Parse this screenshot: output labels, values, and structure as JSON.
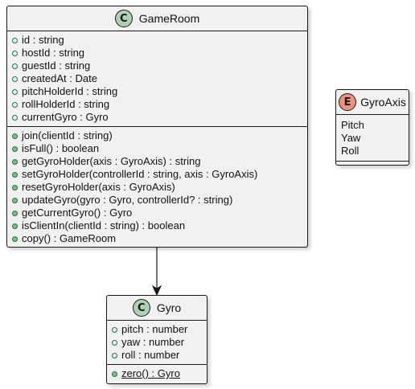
{
  "classes": {
    "gameroom": {
      "stereotype": "C",
      "name": "GameRoom",
      "fields": [
        "id : string",
        "hostId : string",
        "guestId : string",
        "createdAt : Date",
        "pitchHolderId : string",
        "rollHolderId : string",
        "currentGyro : Gyro"
      ],
      "methods": [
        "join(clientId : string)",
        "isFull() : boolean",
        "getGyroHolder(axis : GyroAxis) : string",
        "setGyroHolder(controllerId : string, axis : GyroAxis)",
        "resetGyroHolder(axis : GyroAxis)",
        "updateGyro(gyro : Gyro, controllerId? : string)",
        "getCurrentGyro() : Gyro",
        "isClientIn(clientId : string) : boolean",
        "copy() : GameRoom"
      ]
    },
    "gyroaxis": {
      "stereotype": "E",
      "name": "GyroAxis",
      "values": [
        "Pitch",
        "Yaw",
        "Roll"
      ]
    },
    "gyro": {
      "stereotype": "C",
      "name": "Gyro",
      "fields": [
        "pitch : number",
        "yaw : number",
        "roll : number"
      ],
      "static_methods": [
        "zero() : Gyro"
      ]
    }
  },
  "relations": [
    {
      "from": "GameRoom",
      "to": "Gyro",
      "type": "association-arrow"
    }
  ],
  "colors": {
    "class_fill": "#f1f1f1",
    "border": "#181818",
    "class_badge": "#add1b2",
    "enum_badge": "#eb937f",
    "visibility": "#038048",
    "method_visibility_fill": "#84be84"
  }
}
